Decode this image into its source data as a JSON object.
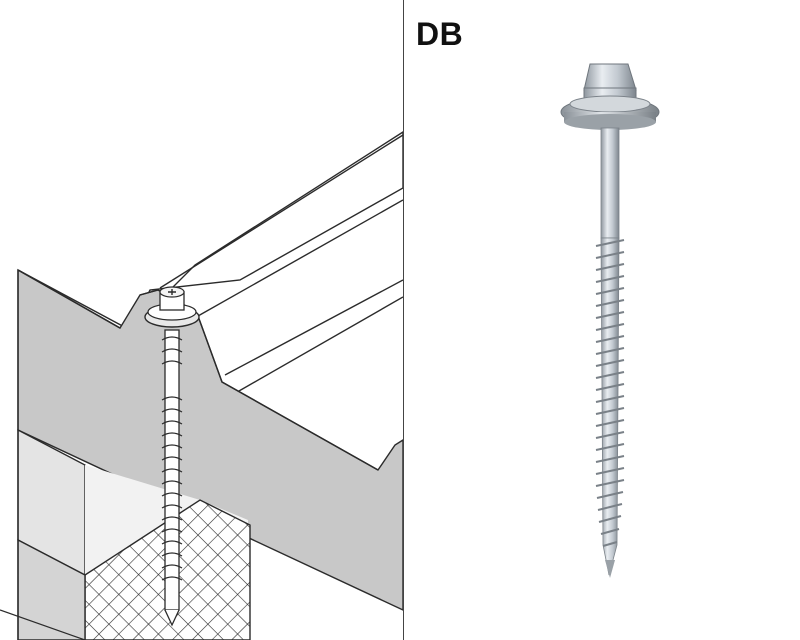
{
  "product_label": "DB",
  "colors": {
    "panel_fill": "#c9c9c9",
    "panel_side": "#bcbcbc",
    "beam_fill": "#e6e6e6",
    "line": "#2b2b2b",
    "screw_metal": "#c5ccd3"
  },
  "icons": [
    "roof-panel-installation-illustration",
    "screw-with-sealing-washer-photo"
  ]
}
